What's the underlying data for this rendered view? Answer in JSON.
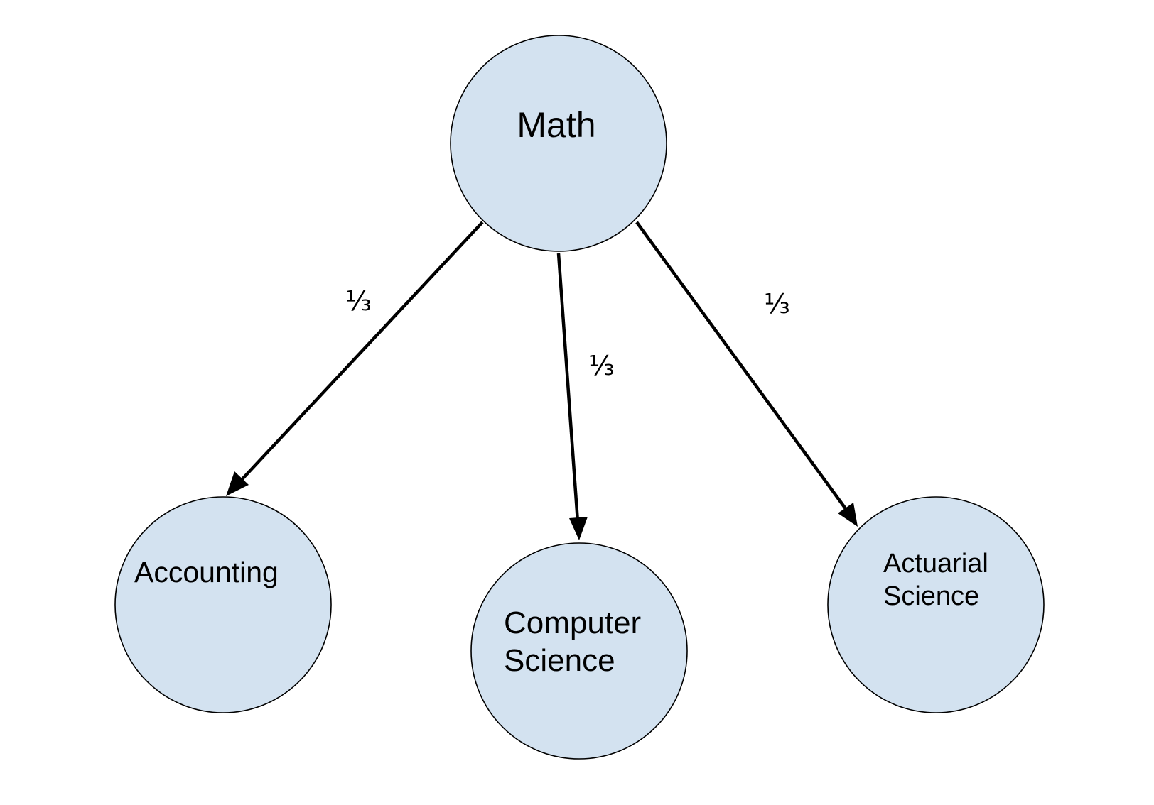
{
  "diagram": {
    "nodes": {
      "math": {
        "lines": [
          "Math"
        ]
      },
      "accounting": {
        "lines": [
          "Accounting"
        ]
      },
      "computer_science": {
        "lines": [
          "Computer",
          "Science"
        ]
      },
      "actuarial_science": {
        "lines": [
          "Actuarial",
          "Science"
        ]
      }
    },
    "edges": [
      {
        "from": "math",
        "to": "accounting",
        "label": "⅓"
      },
      {
        "from": "math",
        "to": "computer_science",
        "label": "⅓"
      },
      {
        "from": "math",
        "to": "actuarial_science",
        "label": "⅓"
      }
    ]
  }
}
